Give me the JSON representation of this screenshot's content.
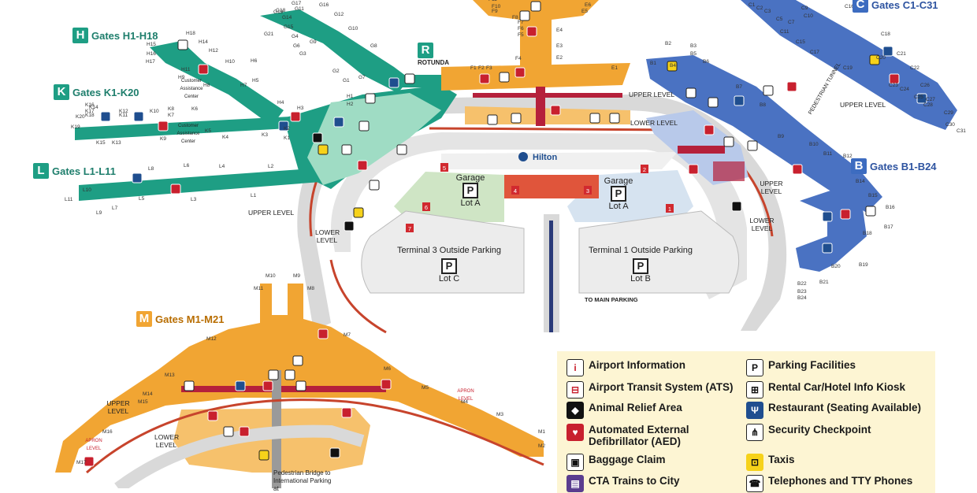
{
  "gate_areas": [
    {
      "letter": "H",
      "label": "Gates H1-H18",
      "color": "#1e9e84"
    },
    {
      "letter": "K",
      "label": "Gates K1-K20",
      "color": "#1e9e84"
    },
    {
      "letter": "L",
      "label": "Gates L1-L11",
      "color": "#1e9e84"
    },
    {
      "letter": "R",
      "label": "ROTUNDA",
      "color": "#1e9e84"
    },
    {
      "letter": "C",
      "label": "Gates C1-C31",
      "color": "#3d6cc0"
    },
    {
      "letter": "B",
      "label": "Gates B1-B24",
      "color": "#3d6cc0"
    },
    {
      "letter": "M",
      "label": "Gates M1-M21",
      "color": "#f1a533"
    }
  ],
  "parking": {
    "garage_left": {
      "title": "Garage",
      "lot": "Lot A"
    },
    "garage_right": {
      "title": "Garage",
      "lot": "Lot A"
    },
    "t3": {
      "title": "Terminal 3 Outside Parking",
      "lot": "Lot C"
    },
    "t1": {
      "title": "Terminal 1 Outside Parking",
      "lot": "Lot B"
    },
    "p_symbol": "P"
  },
  "hotel": "Hilton",
  "road_labels": {
    "upper_level": "UPPER LEVEL",
    "lower_level": "LOWER LEVEL",
    "to_main_parking": "TO MAIN PARKING",
    "pedestrian_tunnel": "PEDESTRIAN TUNNEL",
    "pedestrian_bridge": "Pedestrian Bridge to International Parking at",
    "customer_assistance": "Customer Assistance Center",
    "apron_level": "APRON LEVEL"
  },
  "gate_numbers": {
    "H": [
      "H1",
      "H2",
      "H3",
      "H4",
      "H5",
      "H6",
      "H7",
      "H8",
      "H9",
      "H10",
      "H11",
      "H12",
      "H14",
      "H15",
      "H16",
      "H17",
      "H18"
    ],
    "K": [
      "K1",
      "K2",
      "K3",
      "K4",
      "K5",
      "K6",
      "K7",
      "K8",
      "K9",
      "K10",
      "K11",
      "K12",
      "K13",
      "K14",
      "K15",
      "K16",
      "K17",
      "K18",
      "K19",
      "K20"
    ],
    "L": [
      "L1",
      "L2",
      "L3",
      "L4",
      "L5",
      "L6",
      "L7",
      "L8",
      "L9",
      "L10",
      "L11"
    ],
    "G": [
      "G1",
      "G2",
      "G3",
      "G4",
      "G6",
      "G7",
      "G8",
      "G9",
      "G10",
      "G11",
      "G12",
      "G14",
      "G15",
      "G16",
      "G17",
      "G18",
      "G19",
      "G21"
    ],
    "F": [
      "F1",
      "F2",
      "F3",
      "F4",
      "F5",
      "F6",
      "F7",
      "F8",
      "F9",
      "F10",
      "F11"
    ],
    "E": [
      "E1",
      "E2",
      "E3",
      "E4",
      "E5",
      "E6"
    ],
    "C": [
      "C1",
      "C2",
      "C3",
      "C5",
      "C7",
      "C9",
      "C10",
      "C11",
      "C15",
      "C16",
      "C17",
      "C18",
      "C19",
      "C20",
      "C21",
      "C22",
      "C23",
      "C24",
      "C25",
      "C26",
      "C27",
      "C28",
      "C29",
      "C30",
      "C31"
    ],
    "B": [
      "B1",
      "B2",
      "B3",
      "B4",
      "B5",
      "B6",
      "B7",
      "B8",
      "B9",
      "B10",
      "B11",
      "B12",
      "B14",
      "B15",
      "B16",
      "B17",
      "B18",
      "B19",
      "B20",
      "B21",
      "B22",
      "B23",
      "B24"
    ],
    "M": [
      "M1",
      "M2",
      "M3",
      "M4",
      "M5",
      "M6",
      "M7",
      "M8",
      "M9",
      "M10",
      "M11",
      "M12",
      "M13",
      "M14",
      "M15",
      "M16",
      "M17"
    ]
  },
  "garage_numbers": [
    "1",
    "2",
    "3",
    "4",
    "5",
    "6",
    "7"
  ],
  "legend": {
    "items": [
      {
        "label": "Airport Information",
        "icon": "airport-information-icon",
        "glyph": "i",
        "bg": "#ffffff",
        "fg": "#c8202e"
      },
      {
        "label": "Airport Transit System (ATS)",
        "icon": "ats-train-icon",
        "glyph": "⊟",
        "bg": "#ffffff",
        "fg": "#c8202e"
      },
      {
        "label": "Animal Relief Area",
        "icon": "animal-relief-icon",
        "glyph": "◆",
        "bg": "#111111",
        "fg": "#ffffff"
      },
      {
        "label": "Automated External Defibrillator (AED)",
        "icon": "aed-icon",
        "glyph": "♥",
        "bg": "#c8202e",
        "fg": "#ffffff"
      },
      {
        "label": "Baggage Claim",
        "icon": "baggage-claim-icon",
        "glyph": "▣",
        "bg": "#ffffff",
        "fg": "#111111"
      },
      {
        "label": "CTA Trains to City",
        "icon": "cta-train-icon",
        "glyph": "▤",
        "bg": "#5a3d8f",
        "fg": "#ffffff"
      },
      {
        "label": "Parking Facilities",
        "icon": "parking-icon",
        "glyph": "P",
        "bg": "#ffffff",
        "fg": "#111111"
      },
      {
        "label": "Rental Car/Hotel Info Kiosk",
        "icon": "rental-car-kiosk-icon",
        "glyph": "⊞",
        "bg": "#ffffff",
        "fg": "#111111"
      },
      {
        "label": "Restaurant (Seating Available)",
        "icon": "restaurant-icon",
        "glyph": "Ψ",
        "bg": "#1f4e8f",
        "fg": "#ffffff"
      },
      {
        "label": "Security Checkpoint",
        "icon": "security-checkpoint-icon",
        "glyph": "⋔",
        "bg": "#ffffff",
        "fg": "#111111"
      },
      {
        "label": "Taxis",
        "icon": "taxi-icon",
        "glyph": "⊡",
        "bg": "#f6d21a",
        "fg": "#111111"
      },
      {
        "label": "Telephones and TTY Phones",
        "icon": "telephone-icon",
        "glyph": "☎",
        "bg": "#ffffff",
        "fg": "#111111"
      }
    ]
  }
}
